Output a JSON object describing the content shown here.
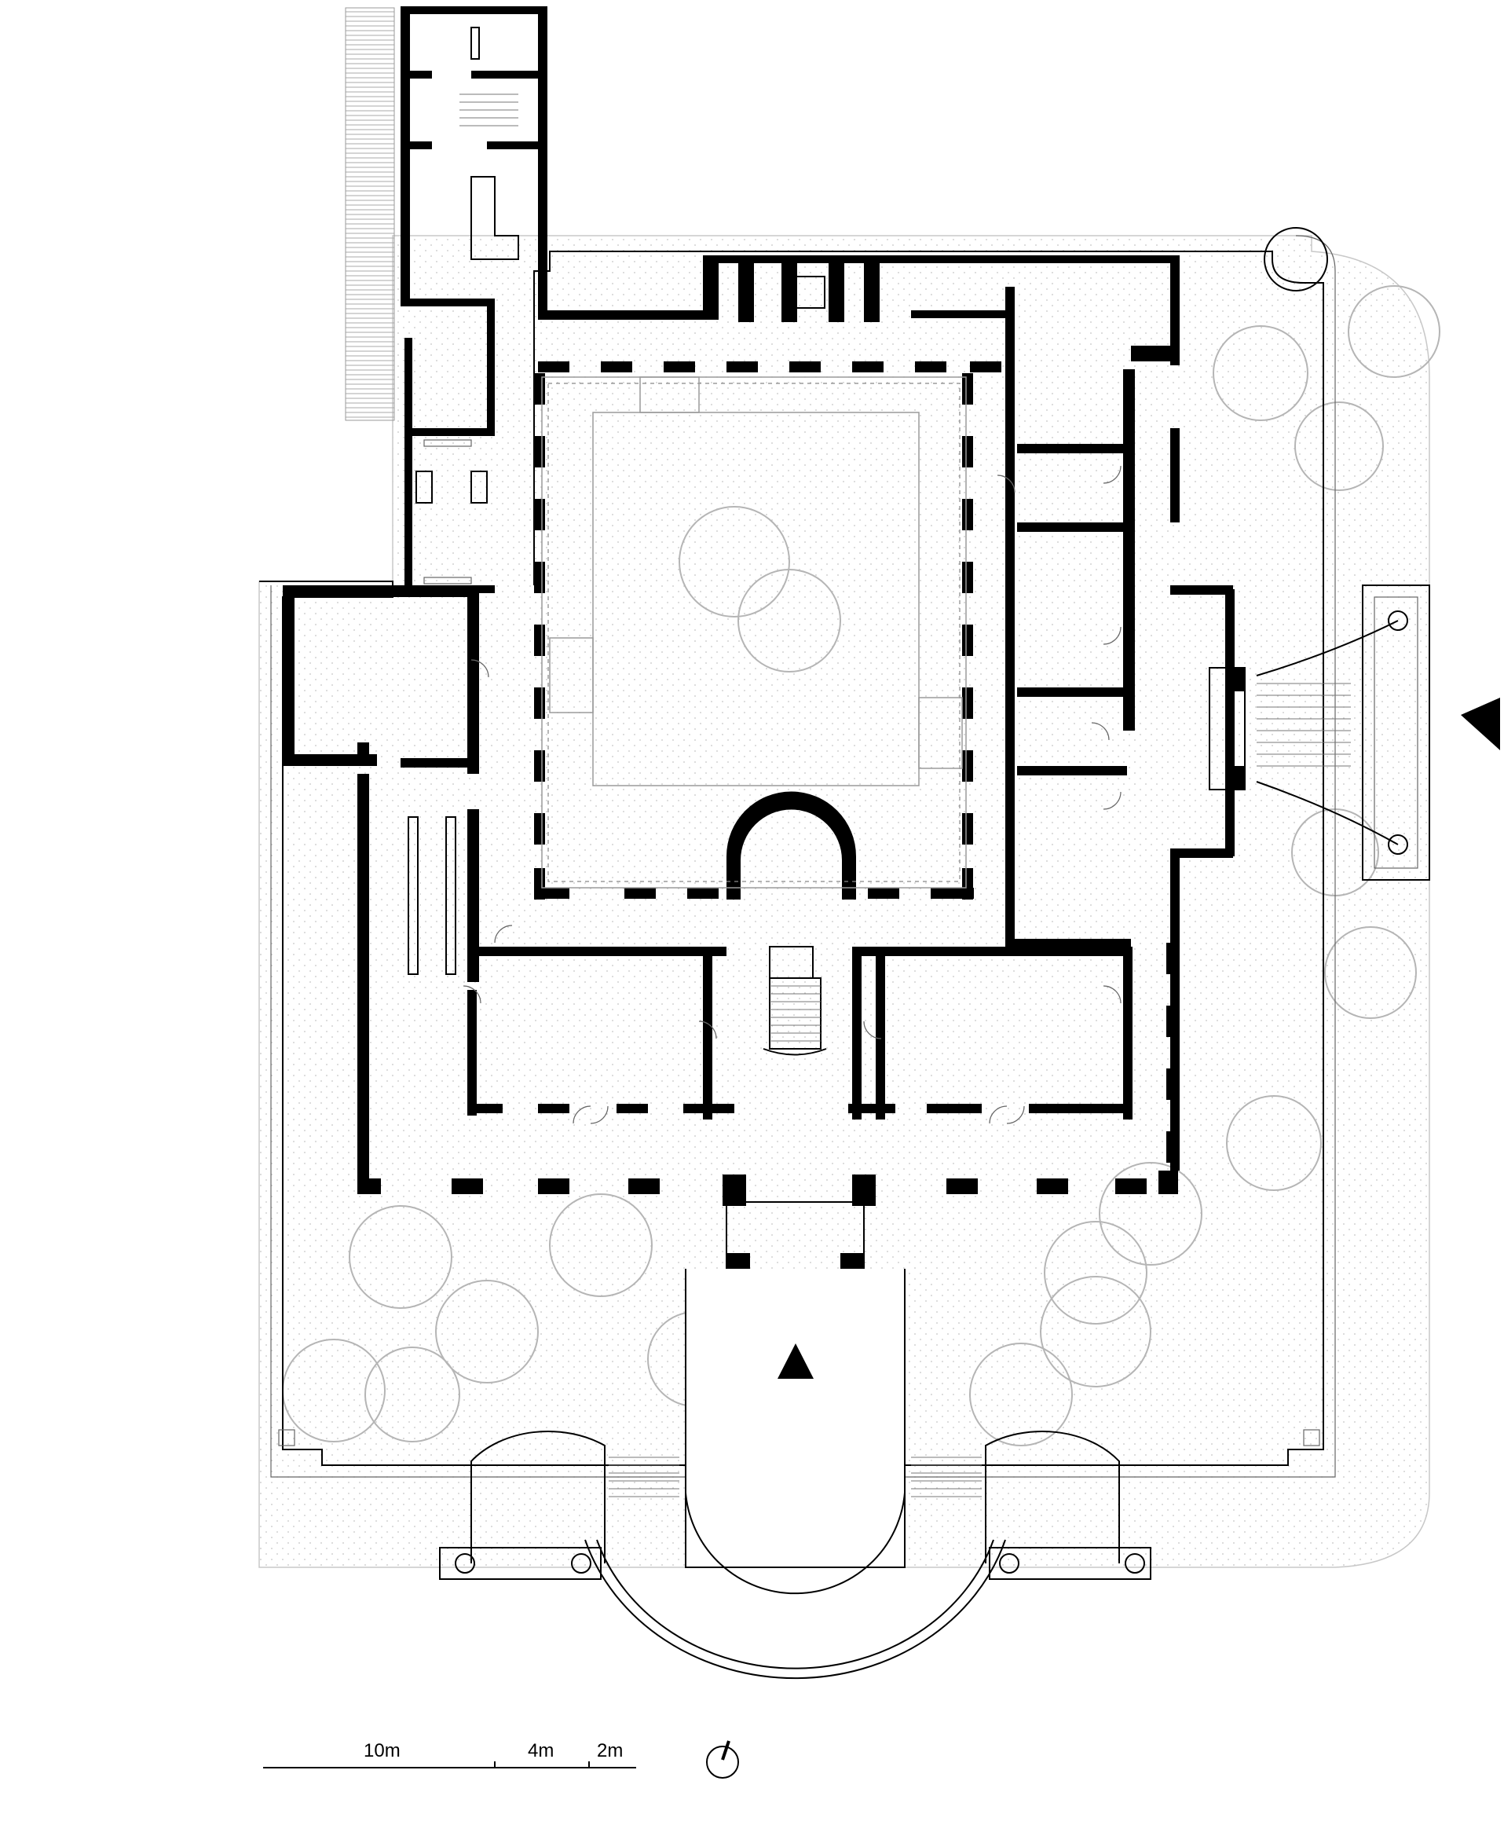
{
  "scale_bar": {
    "labels": [
      "10m",
      "4m",
      "2m"
    ]
  },
  "entrances": [
    {
      "name": "main-entrance",
      "direction": "north"
    },
    {
      "name": "side-entrance",
      "direction": "west"
    }
  ],
  "icons": [
    "entrance-arrow-icon",
    "north-arrow-icon",
    "tree-icon"
  ],
  "colors": {
    "walls": "#000000",
    "ground_hatch": "#d9d9d9",
    "trees": "#b5b5b5"
  }
}
